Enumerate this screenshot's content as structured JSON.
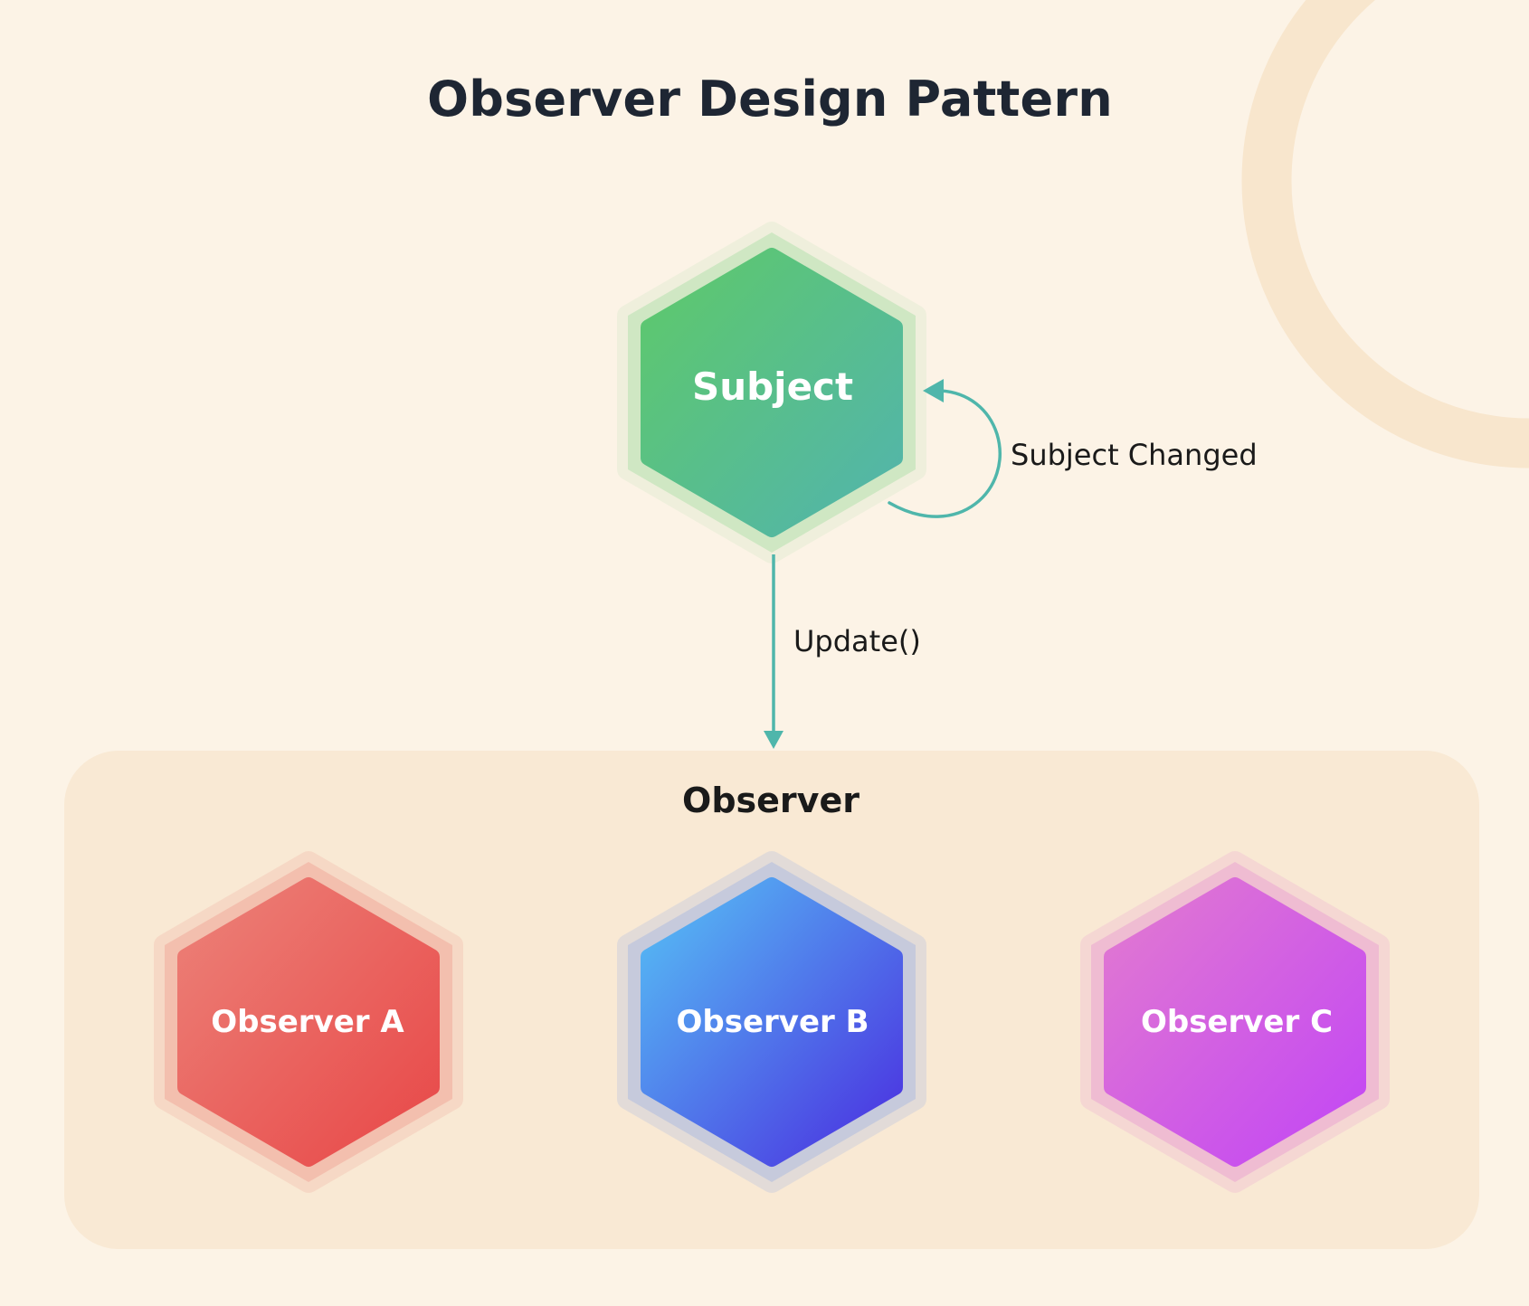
{
  "title": "Observer Design Pattern",
  "subject": {
    "label": "Subject"
  },
  "edges": {
    "self_loop": "Subject Changed",
    "update": "Update()"
  },
  "observer_group": {
    "label": "Observer",
    "observers": [
      {
        "label": "Observer A"
      },
      {
        "label": "Observer B"
      },
      {
        "label": "Observer C"
      }
    ]
  },
  "colors": {
    "background": "#fcf3e6",
    "container": "#f9e9d4",
    "arrow": "#4fb6ab",
    "subject_gradient": [
      "#5ec96a",
      "#52b4ad"
    ],
    "observer_a_gradient": [
      "#ec8178",
      "#e84848"
    ],
    "observer_b_gradient": [
      "#56c0f5",
      "#4a2ee0"
    ],
    "observer_c_gradient": [
      "#e27ad0",
      "#c246f5"
    ]
  }
}
